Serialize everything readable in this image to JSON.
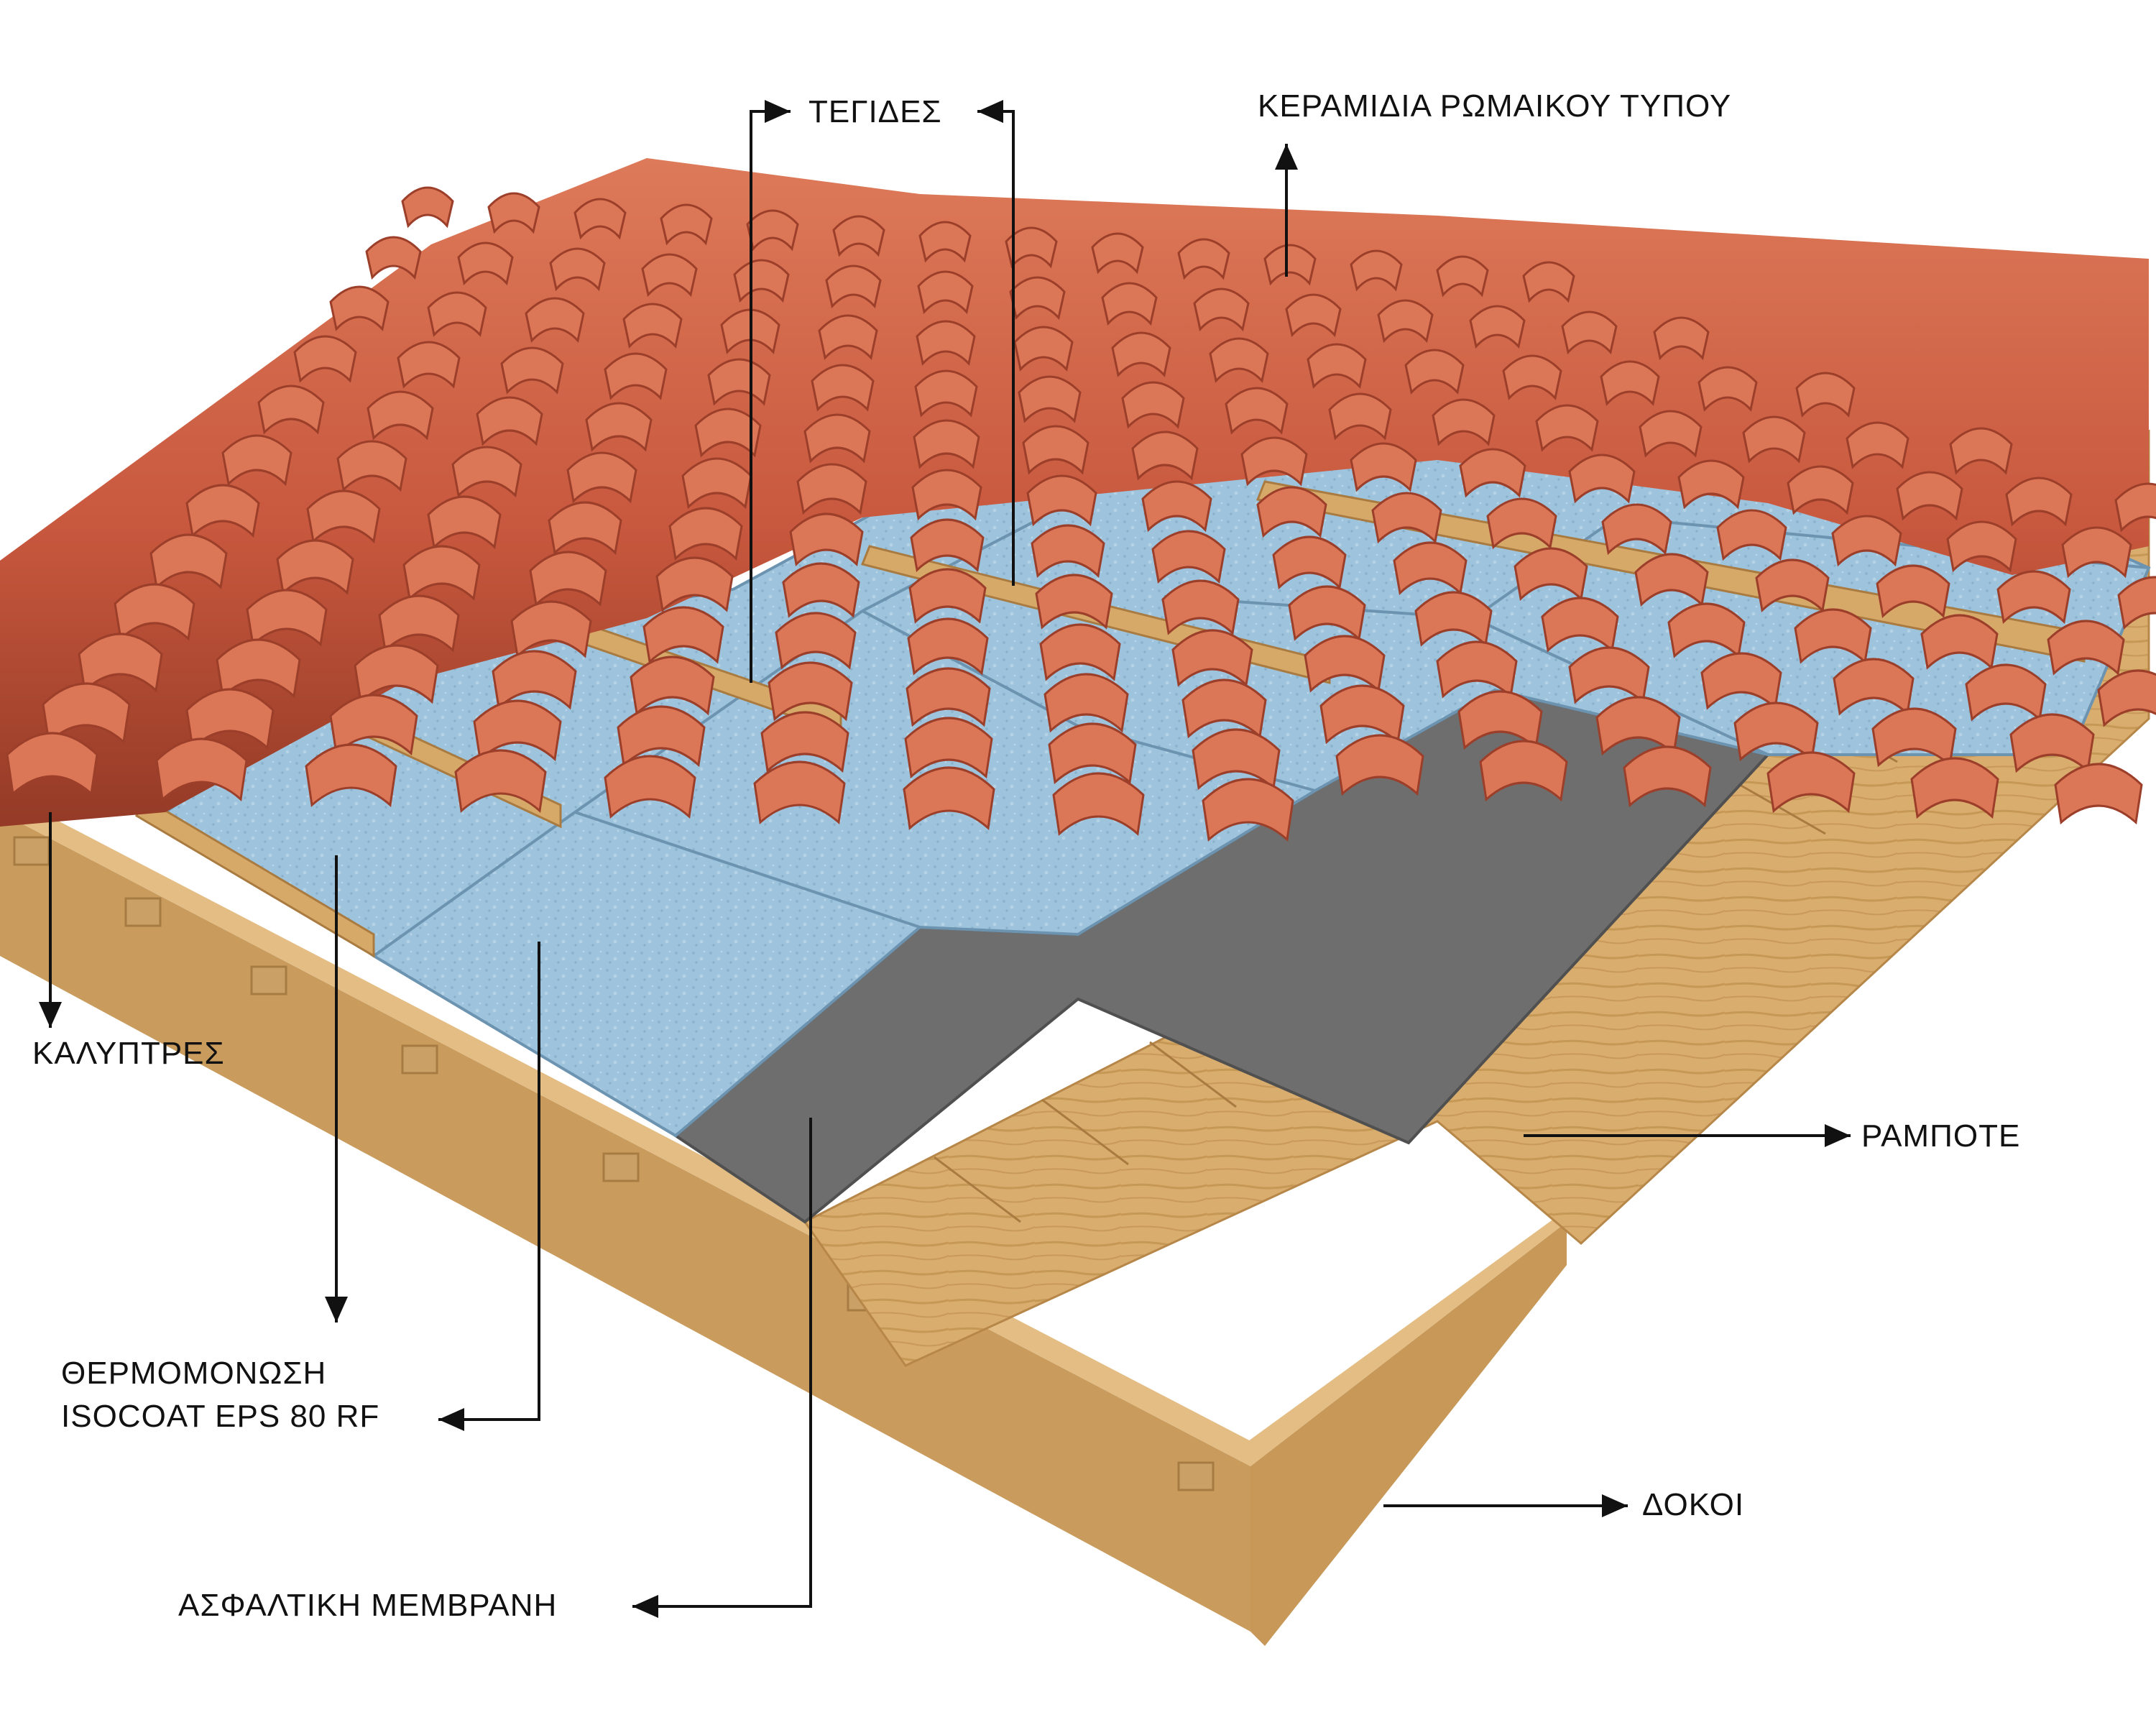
{
  "labels": {
    "tegides": "ΤΕΓΙΔΕΣ",
    "keramidia": "ΚΕΡΑΜΙΔΙΑ ΡΩΜΑΙΚΟΥ ΤΥΠΟΥ",
    "kalyptres": "ΚΑΛΥΠΤΡΕΣ",
    "thermomonosi_line1": "ΘΕΡΜΟΜΟΝΩΣΗ",
    "thermomonosi_line2": "ISOCOAT EPS 80 RF",
    "rampote": "ΡΑΜΠΟΤΕ",
    "dokoi": "ΔΟΚΟΙ",
    "membrani": "ΑΣΦΑΛΤΙΚΗ ΜΕΜΒΡΑΝΗ"
  },
  "colors": {
    "tile": "#c8583e",
    "tile_dark": "#9c3f2a",
    "tile_light": "#db7656",
    "insulation": "#9ec3dc",
    "insulation_dark": "#7fa6c2",
    "membrane": "#6e6e6e",
    "wood": "#d9ad6e",
    "wood_dark": "#b98a4d",
    "wood_light": "#e8c48a",
    "leader": "#111111"
  }
}
